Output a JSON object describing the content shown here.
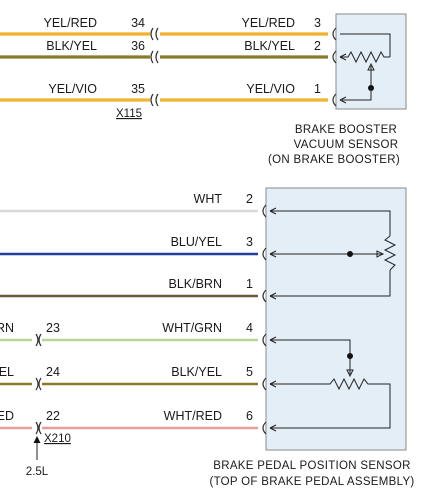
{
  "colors": {
    "yel_red": "#f2b12a",
    "blk_yel": "#8a7a2c",
    "yel_vio": "#f0b52e",
    "wht": "#d9d9d9",
    "blu_yel": "#1f3ea0",
    "blk_brn": "#6b5a3a",
    "wht_grn": "#b9d49a",
    "wht_red": "#e3a09a",
    "box_fill": "#e4eef7",
    "box_stroke": "#8a8a8a"
  },
  "vacuum_sensor": {
    "wires": [
      {
        "left_label": "YEL/RED",
        "left_pin": "34",
        "right_label": "YEL/RED",
        "right_pin": "3"
      },
      {
        "left_label": "BLK/YEL",
        "left_pin": "36",
        "right_label": "BLK/YEL",
        "right_pin": "2"
      },
      {
        "left_label": "YEL/VIO",
        "left_pin": "35",
        "right_label": "YEL/VIO",
        "right_pin": "1"
      }
    ],
    "connector": "X115",
    "caption_lines": [
      "BRAKE BOOSTER",
      "VACUUM SENSOR",
      "(ON BRAKE BOOSTER)"
    ]
  },
  "pedal_sensor": {
    "wires": [
      {
        "left_label": "",
        "left_pin": "",
        "right_label": "WHT",
        "right_pin": "2"
      },
      {
        "left_label": "",
        "left_pin": "",
        "right_label": "BLU/YEL",
        "right_pin": "3"
      },
      {
        "left_label": "",
        "left_pin": "",
        "right_label": "BLK/BRN",
        "right_pin": "1"
      },
      {
        "left_label": "RN",
        "left_pin": "23",
        "right_label": "WHT/GRN",
        "right_pin": "4"
      },
      {
        "left_label": "EL",
        "left_pin": "24",
        "right_label": "BLK/YEL",
        "right_pin": "5"
      },
      {
        "left_label": "ED",
        "left_pin": "22",
        "right_label": "WHT/RED",
        "right_pin": "6"
      }
    ],
    "connector": "X210",
    "engine": "2.5L",
    "caption_lines": [
      "BRAKE PEDAL POSITION SENSOR",
      "(TOP OF BRAKE PEDAL ASSEMBLY)"
    ]
  }
}
